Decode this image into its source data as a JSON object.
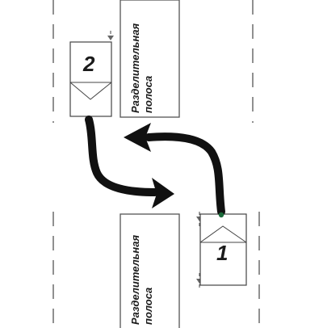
{
  "diagram": {
    "strip_label_line1": "Разделительная",
    "strip_label_line2": "полоса",
    "vehicle_1_number": "1",
    "vehicle_2_number": "2",
    "colors": {
      "line": "#555555",
      "path": "#111111",
      "background": "#ffffff"
    }
  }
}
